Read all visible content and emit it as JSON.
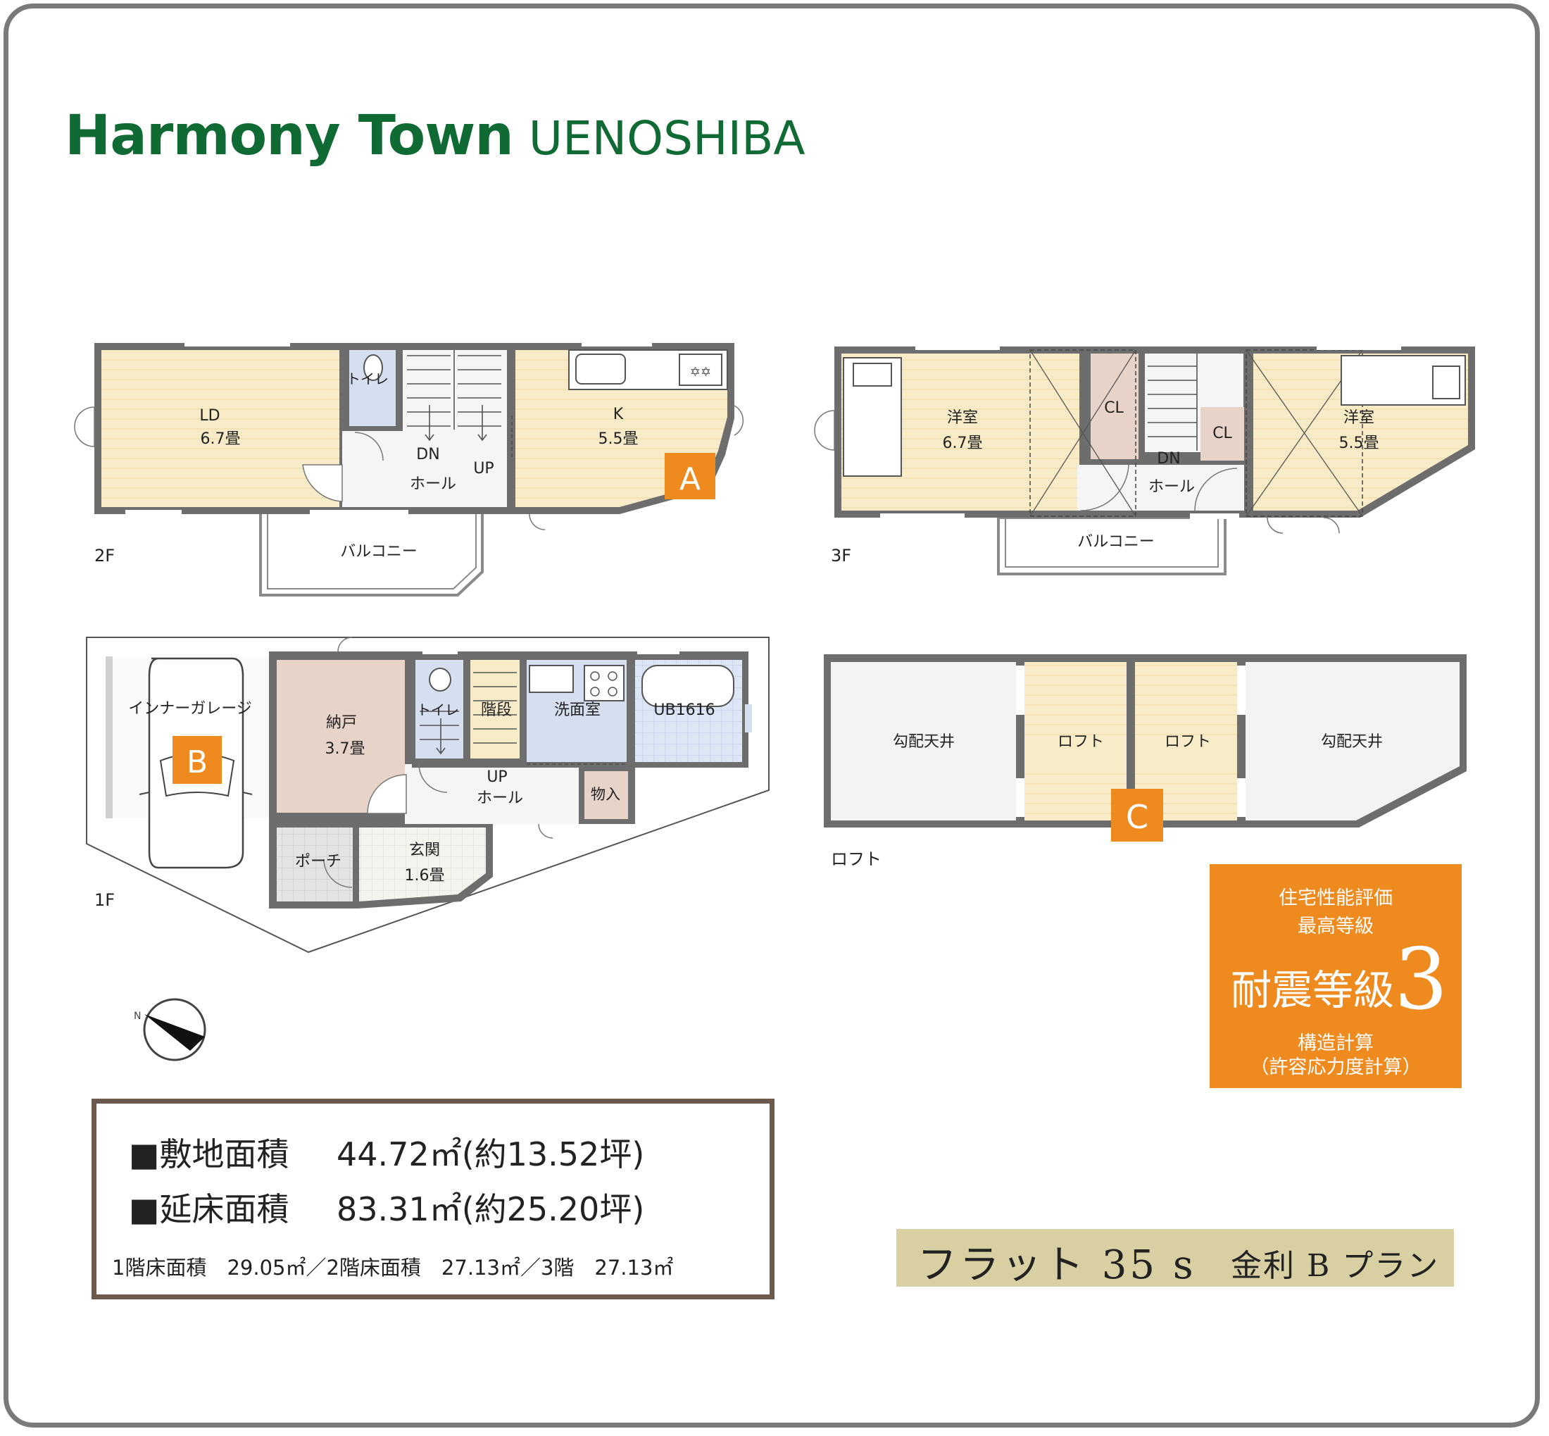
{
  "title": {
    "main": "Harmony Town",
    "sub": "UENOSHIBA"
  },
  "floors": {
    "f2": {
      "label": "2F",
      "ld": "LD",
      "ld_size": "6.7畳",
      "toilet": "トイレ",
      "dn": "DN",
      "up": "UP",
      "hall": "ホール",
      "k": "K",
      "k_size": "5.5畳",
      "balcony": "バルコニー",
      "marker": "A"
    },
    "f3": {
      "label": "3F",
      "room1": "洋室",
      "room1_size": "6.7畳",
      "cl1": "CL",
      "cl2": "CL",
      "dn": "DN",
      "hall": "ホール",
      "room2": "洋室",
      "room2_size": "5.5畳",
      "balcony": "バルコニー"
    },
    "f1": {
      "label": "1F",
      "garage": "インナーガレージ",
      "marker": "B",
      "storage": "納戸",
      "storage_size": "3.7畳",
      "toilet": "トイレ",
      "stairs": "階段",
      "washroom": "洗面室",
      "bath": "UB1616",
      "up": "UP",
      "hall": "ホール",
      "closet": "物入",
      "porch": "ポーチ",
      "entrance": "玄関",
      "entrance_size": "1.6畳"
    },
    "loft": {
      "label": "ロフト",
      "slope1": "勾配天井",
      "loft1": "ロフト",
      "loft2": "ロフト",
      "slope2": "勾配天井",
      "marker": "C"
    }
  },
  "compass": {
    "n": "N"
  },
  "areas": {
    "site_label": "■敷地面積",
    "site_value": "44.72㎡(約13.52坪)",
    "total_label": "■延床面積",
    "total_value": "83.31㎡(約25.20坪)",
    "breakdown": "1階床面積　29.05㎡／2階床面積　27.13㎡／3階　27.13㎡"
  },
  "badge": {
    "line1": "住宅性能評価",
    "line2": "最高等級",
    "grade_text": "耐震等級",
    "grade_num": "3",
    "line3": "構造計算",
    "line4": "（許容応力度計算）"
  },
  "loan": {
    "main": "フラット 35 s",
    "sub": "金利 B プラン"
  },
  "colors": {
    "title_green": "#0f6a34",
    "marker_orange": "#ee8a1e",
    "floor_yellow": "#f7ebc8",
    "wall": "#6d6d6d",
    "storage_pink": "#e8d3c9",
    "wet_blue": "#d6dff0",
    "loan_bg": "#d8cfa3",
    "slope_gray": "#f2f2f2"
  }
}
